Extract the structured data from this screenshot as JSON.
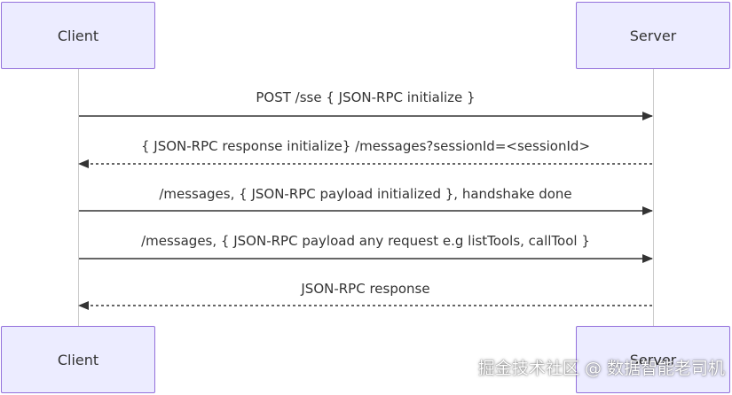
{
  "actors": {
    "client": "Client",
    "server": "Server"
  },
  "messages": [
    {
      "from": "Client",
      "to": "Server",
      "style": "solid",
      "text": "POST /sse { JSON-RPC initialize }"
    },
    {
      "from": "Server",
      "to": "Client",
      "style": "dashed",
      "text": "{ JSON-RPC response initialize} /messages?sessionId=<sessionId>"
    },
    {
      "from": "Client",
      "to": "Server",
      "style": "solid",
      "text": "/messages, { JSON-RPC payload initialized }, handshake done"
    },
    {
      "from": "Client",
      "to": "Server",
      "style": "solid",
      "text": "/messages, { JSON-RPC payload any request e.g listTools, callTool }"
    },
    {
      "from": "Server",
      "to": "Client",
      "style": "dashed",
      "text": "JSON-RPC response"
    }
  ],
  "watermark": "掘金技术社区 @ 数据智能老司机",
  "colors": {
    "actor_fill": "#ececff",
    "actor_border": "#9370db",
    "line": "#333333",
    "lifeline": "#cccccc"
  }
}
